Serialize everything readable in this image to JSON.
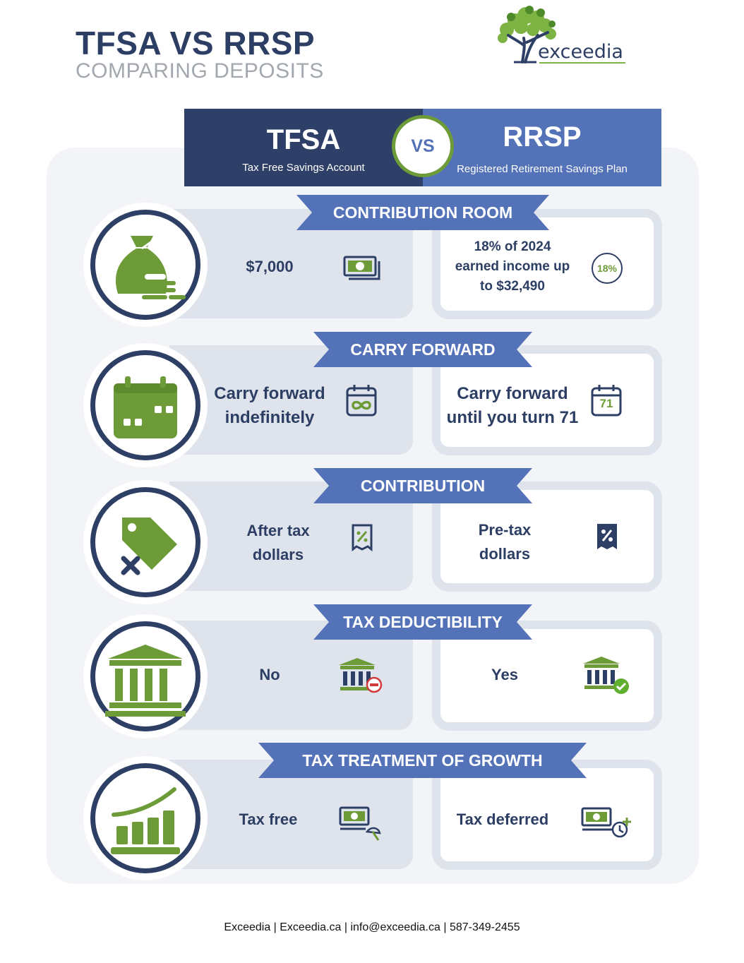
{
  "header": {
    "title": "TFSA VS RRSP",
    "subtitle": "COMPARING DEPOSITS",
    "logo_text": "exceedia"
  },
  "compare": {
    "left_name": "TFSA",
    "left_full": "Tax Free Savings Account",
    "vs": "VS",
    "right_name": "RRSP",
    "right_full": "Registered Retirement Savings Plan"
  },
  "rows": [
    {
      "title": "CONTRIBUTION ROOM",
      "tfsa": "$7,000",
      "rrsp_lines": [
        "18% of 2024",
        "earned income up",
        "to $32,490"
      ],
      "rrsp_badge": "18%",
      "icon": "money-bag-icon"
    },
    {
      "title": "CARRY FORWARD",
      "tfsa_lines": [
        "Carry forward",
        "indefinitely"
      ],
      "rrsp_lines": [
        "Carry forward",
        "until you turn 71"
      ],
      "rrsp_badge": "71",
      "icon": "calendar-icon"
    },
    {
      "title": "CONTRIBUTION",
      "tfsa_lines": [
        "After tax",
        "dollars"
      ],
      "rrsp_lines": [
        "Pre-tax",
        "dollars"
      ],
      "icon": "tax-tag-icon"
    },
    {
      "title": "TAX DEDUCTIBILITY",
      "tfsa": "No",
      "rrsp": "Yes",
      "icon": "bank-icon"
    },
    {
      "title": "TAX TREATMENT OF GROWTH",
      "tfsa": "Tax free",
      "rrsp": "Tax deferred",
      "icon": "growth-chart-icon"
    }
  ],
  "footer": "Exceedia | Exceedia.ca | info@exceedia.ca | 587-349-2455",
  "colors": {
    "navy": "#2e4068",
    "blue": "#5372b8",
    "green": "#6c9b38",
    "panel": "#f2f4f7",
    "card": "#dfe4ec"
  }
}
